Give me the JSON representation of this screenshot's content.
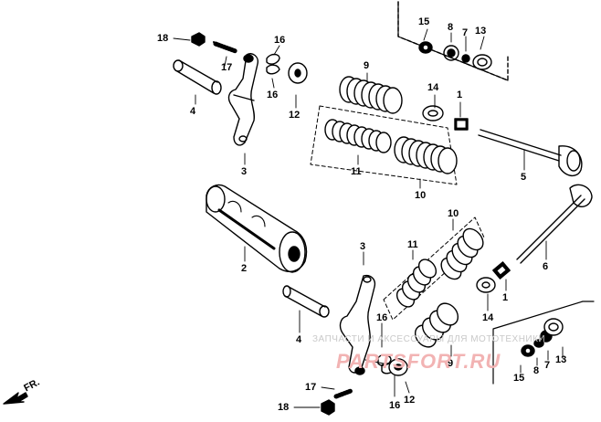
{
  "labels": {
    "l18a": "18",
    "l17a": "17",
    "l16a": "16",
    "l16b": "16",
    "l4a": "4",
    "l3a": "3",
    "l12a": "12",
    "l9a": "9",
    "l11a": "11",
    "l10a": "10",
    "l14a": "14",
    "l1a": "1",
    "l5": "5",
    "l15a": "15",
    "l8a": "8",
    "l7a": "7",
    "l13a": "13",
    "l2": "2",
    "l10b": "10",
    "l11b": "11",
    "l3b": "3",
    "l6": "6",
    "l1b": "1",
    "l14b": "14",
    "l4b": "4",
    "l16c": "16",
    "l9b": "9",
    "l15b": "15",
    "l8b": "8",
    "l7b": "7",
    "l13b": "13",
    "l17b": "17",
    "l16d": "16",
    "l12b": "12",
    "l18b": "18"
  },
  "direction_label": "FR.",
  "watermark": {
    "text": "ЗАПЧАСТИ И АКСЕССУАРЫ ДЛЯ МОТОТЕХНИКИ",
    "logo": "PARTSFORT.RU",
    "color": "#e04040"
  }
}
